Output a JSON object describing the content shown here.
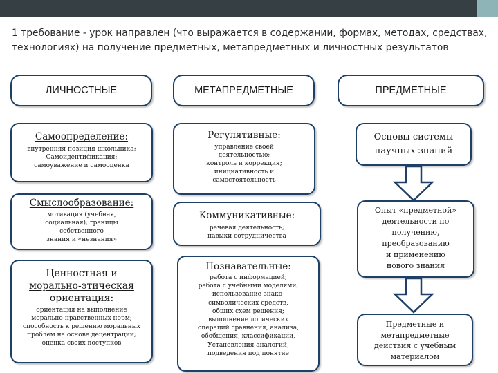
{
  "slide": {
    "title": "1 требование - урок направлен (что выражается в содержании, формах, методах, средствах, технологиях) на получение предметных, метапредметных и личностных результатов"
  },
  "columns": {
    "personal": "ЛИЧНОСТНЫЕ",
    "meta": "МЕТАПРЕДМЕТНЫЕ",
    "subject": "ПРЕДМЕТНЫЕ"
  },
  "personal_boxes": [
    {
      "title": "Самоопределение:",
      "desc": "внутренняя позиция школьника;\nСамоидентификация;\nсамоуважение и самооценка"
    },
    {
      "title": "Смыслообразование:",
      "desc": "мотивация (учебная,\nсоциальная); границы\nсобственного\nзнания и «незнания»"
    },
    {
      "title": "Ценностная и\nморально-этическая\nориентация:",
      "desc": "ориентация на выполнение\nморально-нравственных норм;\nспособность к решению моральных\nпроблем на основе децентрации;\nоценка своих поступков"
    }
  ],
  "meta_boxes": [
    {
      "title": "Регулятивные:",
      "desc": "управление своей\nдеятельностью;\nконтроль и коррекция;\nинициативность и\nсамостоятельность"
    },
    {
      "title": "Коммуникативные:",
      "desc": "речевая деятельность;\nнавыки сотрудничества"
    },
    {
      "title": "Познавательные:",
      "desc": "работа с информацией;\nработа с учебными моделями;\nиспользование знако-\nсимволических средств,\nобщих схем решения;\nвыполнение логических\nопераций сравнения, анализа,\nобобщения, классификации,\nУстановления аналогий,\nподведения под понятие"
    }
  ],
  "subject_boxes": [
    {
      "text": "Основы системы\nнаучных знаний"
    },
    {
      "text": "Опыт «предметной»\nдеятельности по\nполучению,\nпреобразованию\nи применению\nнового знания"
    },
    {
      "text": "Предметные и\nметапредметные\nдействия с учебным\nматериалом"
    }
  ],
  "colors": {
    "border": "#1e3f66",
    "topbar_dark": "#363f43",
    "topbar_accent": "#8fb4b8",
    "arrow_fill": "#ffffff"
  }
}
